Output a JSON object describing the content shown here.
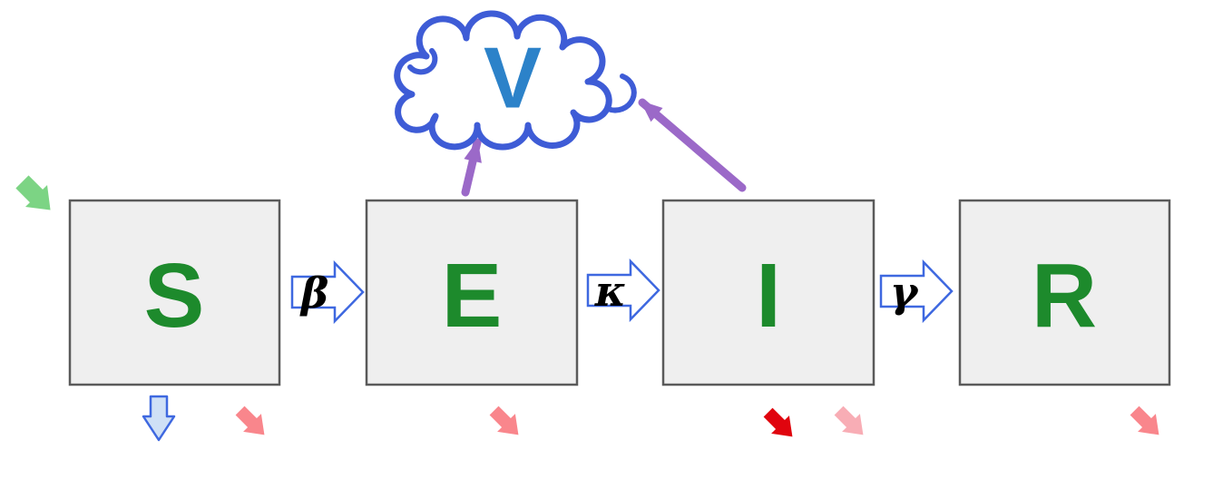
{
  "compartments": [
    {
      "id": "S",
      "label": "S"
    },
    {
      "id": "E",
      "label": "E"
    },
    {
      "id": "I",
      "label": "I"
    },
    {
      "id": "R",
      "label": "R"
    }
  ],
  "cloud": {
    "label": "V"
  },
  "flow_labels": {
    "s_to_e": "β",
    "e_to_i": "κ",
    "i_to_r": "γ"
  },
  "colors": {
    "box_fill": "#EFEFEF",
    "box_border": "#5A5A5A",
    "compartment_letter": "#1D8A2C",
    "cloud_outline": "#3E5CD6",
    "cloud_letter": "#2C82C9",
    "flow_arrow_outline": "#3E68E0",
    "flow_arrow_fill": "#FFFFFF",
    "greek_label": "#000000",
    "inflow_green": "#7CD484",
    "outflow_blue_fill": "#CFE0F6",
    "outflow_blue_outline": "#3E68E0",
    "outflow_salmon": "#F9868C",
    "outflow_light_pink": "#F8ADB5",
    "outflow_red": "#E0040E",
    "purple": "#9B69C8"
  }
}
